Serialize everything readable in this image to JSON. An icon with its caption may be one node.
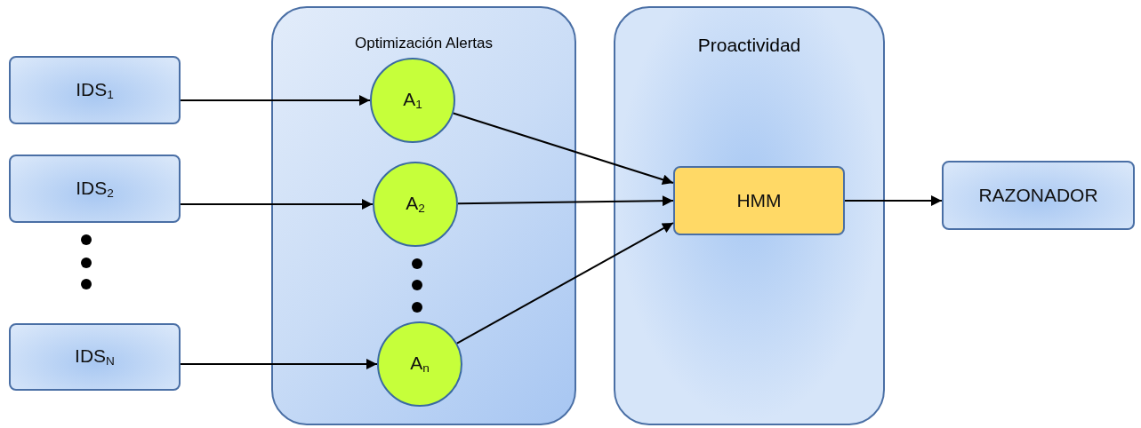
{
  "diagram": {
    "nodes": [
      {
        "text": [
          "IDS$_{1}$"
        ]
      },
      {
        "text": [
          "IDS$_{2}$"
        ]
      },
      {
        "text": [
          "IDS$_{N}$"
        ]
      },
      {
        "text": [
          "Optimización Alertas"
        ]
      },
      {
        "text": [
          "A$_{1}$"
        ],
        "in": 3
      },
      {
        "text": [
          "A$_{2}$"
        ],
        "in": 3
      },
      {
        "text": [
          "A$_{n}$"
        ],
        "in": 3
      },
      {
        "text": [
          "Proactividad"
        ]
      },
      {
        "text": [
          "HMM"
        ],
        "in": 7
      },
      {
        "text": [
          "RAZONADOR"
        ]
      }
    ],
    "edges": [
      {
        "from": 0,
        "to": 4,
        "arrow": "to"
      },
      {
        "from": 1,
        "to": 5,
        "arrow": "to"
      },
      {
        "from": 2,
        "to": 6,
        "arrow": "to"
      },
      {
        "from": 4,
        "to": 8,
        "arrow": "to"
      },
      {
        "from": 5,
        "to": 8,
        "arrow": "to"
      },
      {
        "from": 6,
        "to": 8,
        "arrow": "to"
      },
      {
        "from": 8,
        "to": 9,
        "arrow": "to"
      }
    ]
  }
}
